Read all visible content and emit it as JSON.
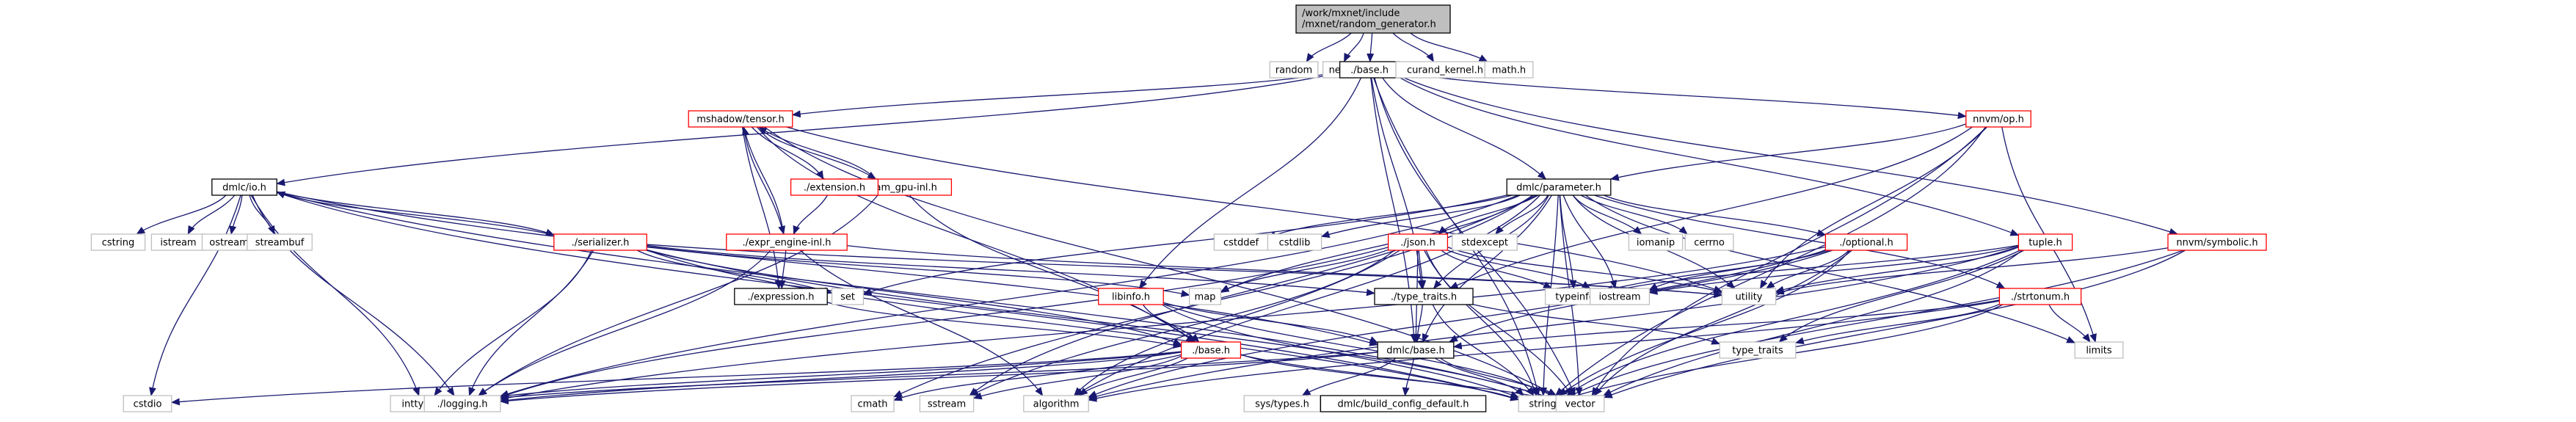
{
  "title": "Include dependency graph for random_generator.h",
  "colors": {
    "edge": "#191970",
    "root_fill": "#bfbfbf",
    "documented_border": "#000000",
    "truncated_border": "#ff0000",
    "external_border": "#bfbfbf"
  },
  "nodes": [
    {
      "id": "root",
      "label": [
        "/work/mxnet/include",
        "/mxnet/random_generator.h"
      ],
      "kind": "root"
    },
    {
      "id": "random",
      "label": [
        "random"
      ],
      "kind": "plain"
    },
    {
      "id": "new",
      "label": [
        "new"
      ],
      "kind": "plain"
    },
    {
      "id": "base_h",
      "label": [
        "./base.h"
      ],
      "kind": "doc"
    },
    {
      "id": "curand",
      "label": [
        "curand_kernel.h"
      ],
      "kind": "plain"
    },
    {
      "id": "math_h",
      "label": [
        "math.h"
      ],
      "kind": "plain"
    },
    {
      "id": "tensor",
      "label": [
        "mshadow/tensor.h"
      ],
      "kind": "red"
    },
    {
      "id": "nnvm_op",
      "label": [
        "nnvm/op.h"
      ],
      "kind": "red"
    },
    {
      "id": "dmlc_io",
      "label": [
        "dmlc/io.h"
      ],
      "kind": "doc"
    },
    {
      "id": "stream_gpu",
      "label": [
        "./stream_gpu-inl.h"
      ],
      "kind": "red"
    },
    {
      "id": "extension",
      "label": [
        "./extension.h"
      ],
      "kind": "red"
    },
    {
      "id": "parameter",
      "label": [
        "dmlc/parameter.h"
      ],
      "kind": "doc"
    },
    {
      "id": "cstring",
      "label": [
        "cstring"
      ],
      "kind": "plain"
    },
    {
      "id": "istream",
      "label": [
        "istream"
      ],
      "kind": "plain"
    },
    {
      "id": "ostream",
      "label": [
        "ostream"
      ],
      "kind": "plain"
    },
    {
      "id": "streambuf",
      "label": [
        "streambuf"
      ],
      "kind": "plain"
    },
    {
      "id": "serializer",
      "label": [
        "./serializer.h"
      ],
      "kind": "red"
    },
    {
      "id": "expr_engine",
      "label": [
        "./expr_engine-inl.h"
      ],
      "kind": "red"
    },
    {
      "id": "cstddef",
      "label": [
        "cstddef"
      ],
      "kind": "plain"
    },
    {
      "id": "cstdlib",
      "label": [
        "cstdlib"
      ],
      "kind": "plain"
    },
    {
      "id": "json",
      "label": [
        "./json.h"
      ],
      "kind": "red"
    },
    {
      "id": "stdexcept",
      "label": [
        "stdexcept"
      ],
      "kind": "plain"
    },
    {
      "id": "iomanip",
      "label": [
        "iomanip"
      ],
      "kind": "plain"
    },
    {
      "id": "cerrno",
      "label": [
        "cerrno"
      ],
      "kind": "plain"
    },
    {
      "id": "optional",
      "label": [
        "./optional.h"
      ],
      "kind": "red"
    },
    {
      "id": "tuple",
      "label": [
        "tuple.h"
      ],
      "kind": "red"
    },
    {
      "id": "symbolic",
      "label": [
        "nnvm/symbolic.h"
      ],
      "kind": "red"
    },
    {
      "id": "expression",
      "label": [
        "./expression.h"
      ],
      "kind": "doc"
    },
    {
      "id": "set",
      "label": [
        "set"
      ],
      "kind": "plain"
    },
    {
      "id": "libinfo",
      "label": [
        "libinfo.h"
      ],
      "kind": "red"
    },
    {
      "id": "map",
      "label": [
        "map"
      ],
      "kind": "plain"
    },
    {
      "id": "type_traits_h",
      "label": [
        "./type_traits.h"
      ],
      "kind": "doc"
    },
    {
      "id": "typeinfo",
      "label": [
        "typeinfo"
      ],
      "kind": "plain"
    },
    {
      "id": "iostream",
      "label": [
        "iostream"
      ],
      "kind": "plain"
    },
    {
      "id": "utility",
      "label": [
        "utility"
      ],
      "kind": "plain"
    },
    {
      "id": "strtonum",
      "label": [
        "./strtonum.h"
      ],
      "kind": "red"
    },
    {
      "id": "mbase",
      "label": [
        "./base.h"
      ],
      "kind": "red"
    },
    {
      "id": "dmlc_base",
      "label": [
        "dmlc/base.h"
      ],
      "kind": "doc"
    },
    {
      "id": "type_traits",
      "label": [
        "type_traits"
      ],
      "kind": "plain"
    },
    {
      "id": "limits",
      "label": [
        "limits"
      ],
      "kind": "plain"
    },
    {
      "id": "cstdio",
      "label": [
        "cstdio"
      ],
      "kind": "plain"
    },
    {
      "id": "inttypes",
      "label": [
        "inttypes.h"
      ],
      "kind": "plain"
    },
    {
      "id": "logging",
      "label": [
        "./logging.h"
      ],
      "kind": "plain"
    },
    {
      "id": "cmath",
      "label": [
        "cmath"
      ],
      "kind": "plain"
    },
    {
      "id": "sstream",
      "label": [
        "sstream"
      ],
      "kind": "plain"
    },
    {
      "id": "algorithm",
      "label": [
        "algorithm"
      ],
      "kind": "plain"
    },
    {
      "id": "systypes",
      "label": [
        "sys/types.h"
      ],
      "kind": "plain"
    },
    {
      "id": "build_config",
      "label": [
        "dmlc/build_config_default.h"
      ],
      "kind": "doc"
    },
    {
      "id": "string",
      "label": [
        "string"
      ],
      "kind": "plain"
    },
    {
      "id": "vector",
      "label": [
        "vector"
      ],
      "kind": "plain"
    }
  ],
  "edges": [
    [
      "root",
      "random"
    ],
    [
      "root",
      "new"
    ],
    [
      "root",
      "base_h"
    ],
    [
      "root",
      "curand"
    ],
    [
      "root",
      "math_h"
    ],
    [
      "base_h",
      "tensor"
    ],
    [
      "base_h",
      "nnvm_op"
    ],
    [
      "base_h",
      "dmlc_io"
    ],
    [
      "base_h",
      "parameter"
    ],
    [
      "base_h",
      "libinfo"
    ],
    [
      "base_h",
      "symbolic"
    ],
    [
      "base_h",
      "dmlc_base"
    ],
    [
      "base_h",
      "tuple"
    ],
    [
      "base_h",
      "type_traits_h"
    ],
    [
      "base_h",
      "vector"
    ],
    [
      "base_h",
      "string"
    ],
    [
      "tensor",
      "stream_gpu"
    ],
    [
      "tensor",
      "extension"
    ],
    [
      "tensor",
      "expr_engine"
    ],
    [
      "tensor",
      "expression"
    ],
    [
      "tensor",
      "mbase"
    ],
    [
      "tensor",
      "utility"
    ],
    [
      "tensor",
      "vector"
    ],
    [
      "stream_gpu",
      "tensor"
    ],
    [
      "stream_gpu",
      "mbase"
    ],
    [
      "stream_gpu",
      "logging"
    ],
    [
      "extension",
      "expr_engine"
    ],
    [
      "expr_engine",
      "tensor"
    ],
    [
      "expr_engine",
      "expression"
    ],
    [
      "expr_engine",
      "logging"
    ],
    [
      "expr_engine",
      "utility"
    ],
    [
      "expr_engine",
      "algorithm"
    ],
    [
      "expression",
      "mbase"
    ],
    [
      "nnvm_op",
      "parameter"
    ],
    [
      "nnvm_op",
      "utility"
    ],
    [
      "nnvm_op",
      "type_traits_h"
    ],
    [
      "nnvm_op",
      "vector"
    ],
    [
      "nnvm_op",
      "string"
    ],
    [
      "nnvm_op",
      "limits"
    ],
    [
      "dmlc_io",
      "cstring"
    ],
    [
      "dmlc_io",
      "istream"
    ],
    [
      "dmlc_io",
      "ostream"
    ],
    [
      "dmlc_io",
      "streambuf"
    ],
    [
      "dmlc_io",
      "serializer"
    ],
    [
      "dmlc_io",
      "cstdio"
    ],
    [
      "dmlc_io",
      "inttypes"
    ],
    [
      "dmlc_io",
      "logging"
    ],
    [
      "dmlc_io",
      "dmlc_base"
    ],
    [
      "dmlc_io",
      "string"
    ],
    [
      "dmlc_io",
      "vector"
    ],
    [
      "serializer",
      "dmlc_io"
    ],
    [
      "serializer",
      "map"
    ],
    [
      "serializer",
      "set"
    ],
    [
      "serializer",
      "utility"
    ],
    [
      "serializer",
      "type_traits_h"
    ],
    [
      "serializer",
      "mbase"
    ],
    [
      "serializer",
      "logging"
    ],
    [
      "serializer",
      "inttypes"
    ],
    [
      "serializer",
      "string"
    ],
    [
      "serializer",
      "vector"
    ],
    [
      "parameter",
      "cstddef"
    ],
    [
      "parameter",
      "cstdlib"
    ],
    [
      "parameter",
      "json"
    ],
    [
      "parameter",
      "stdexcept"
    ],
    [
      "parameter",
      "iomanip"
    ],
    [
      "parameter",
      "cerrno"
    ],
    [
      "parameter",
      "optional"
    ],
    [
      "parameter",
      "strtonum"
    ],
    [
      "parameter",
      "set"
    ],
    [
      "parameter",
      "map"
    ],
    [
      "parameter",
      "typeinfo"
    ],
    [
      "parameter",
      "iostream"
    ],
    [
      "parameter",
      "utility"
    ],
    [
      "parameter",
      "type_traits_h"
    ],
    [
      "parameter",
      "dmlc_base"
    ],
    [
      "parameter",
      "logging"
    ],
    [
      "parameter",
      "limits"
    ],
    [
      "parameter",
      "cmath"
    ],
    [
      "parameter",
      "sstream"
    ],
    [
      "parameter",
      "algorithm"
    ],
    [
      "parameter",
      "string"
    ],
    [
      "parameter",
      "vector"
    ],
    [
      "json",
      "map"
    ],
    [
      "json",
      "type_traits_h"
    ],
    [
      "json",
      "typeinfo"
    ],
    [
      "json",
      "iostream"
    ],
    [
      "json",
      "utility"
    ],
    [
      "json",
      "dmlc_base"
    ],
    [
      "json",
      "logging"
    ],
    [
      "json",
      "sstream"
    ],
    [
      "json",
      "algorithm"
    ],
    [
      "json",
      "string"
    ],
    [
      "json",
      "vector"
    ],
    [
      "optional",
      "utility"
    ],
    [
      "optional",
      "iostream"
    ],
    [
      "optional",
      "typeinfo"
    ],
    [
      "optional",
      "dmlc_base"
    ],
    [
      "optional",
      "logging"
    ],
    [
      "optional",
      "algorithm"
    ],
    [
      "optional",
      "string"
    ],
    [
      "optional",
      "vector"
    ],
    [
      "tuple",
      "utility"
    ],
    [
      "tuple",
      "type_traits"
    ],
    [
      "tuple",
      "iostream"
    ],
    [
      "tuple",
      "typeinfo"
    ],
    [
      "tuple",
      "algorithm"
    ],
    [
      "tuple",
      "string"
    ],
    [
      "tuple",
      "vector"
    ],
    [
      "symbolic",
      "utility"
    ],
    [
      "symbolic",
      "vector"
    ],
    [
      "symbolic",
      "string"
    ],
    [
      "strtonum",
      "type_traits"
    ],
    [
      "strtonum",
      "limits"
    ],
    [
      "strtonum",
      "dmlc_base"
    ],
    [
      "strtonum",
      "algorithm"
    ],
    [
      "strtonum",
      "string"
    ],
    [
      "libinfo",
      "mbase"
    ],
    [
      "libinfo",
      "dmlc_base"
    ],
    [
      "libinfo",
      "string"
    ],
    [
      "libinfo",
      "vector"
    ],
    [
      "type_traits_h",
      "dmlc_base"
    ],
    [
      "type_traits_h",
      "type_traits"
    ],
    [
      "type_traits_h",
      "string"
    ],
    [
      "mbase",
      "cstdio"
    ],
    [
      "mbase",
      "inttypes"
    ],
    [
      "mbase",
      "logging"
    ],
    [
      "mbase",
      "cmath"
    ],
    [
      "mbase",
      "sstream"
    ],
    [
      "mbase",
      "algorithm"
    ],
    [
      "mbase",
      "string"
    ],
    [
      "mbase",
      "vector"
    ],
    [
      "dmlc_base",
      "systypes"
    ],
    [
      "dmlc_base",
      "build_config"
    ],
    [
      "dmlc_base",
      "string"
    ],
    [
      "dmlc_base",
      "vector"
    ],
    [
      "dmlc_base",
      "logging"
    ],
    [
      "dmlc_base",
      "inttypes"
    ]
  ]
}
